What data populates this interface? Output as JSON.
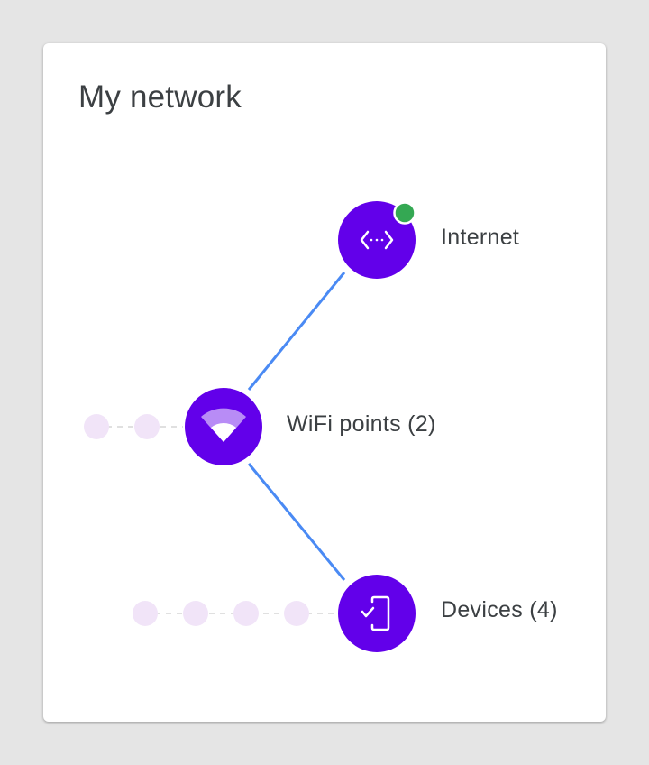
{
  "card": {
    "title": "My network"
  },
  "nodes": {
    "internet": {
      "label": "Internet",
      "status": "online"
    },
    "wifi_points": {
      "label": "WiFi points (2)"
    },
    "devices": {
      "label": "Devices (4)"
    }
  },
  "colors": {
    "node_fill": "#6200ea",
    "link": "#4a8af4",
    "status_online": "#34a853",
    "placeholder_dot": "#f1e4f8",
    "placeholder_line": "#d6d6d6"
  },
  "icons": {
    "internet": "code-arrows-icon",
    "wifi_points": "wifi-icon",
    "devices": "phone-check-icon",
    "status": "status-dot-icon"
  }
}
